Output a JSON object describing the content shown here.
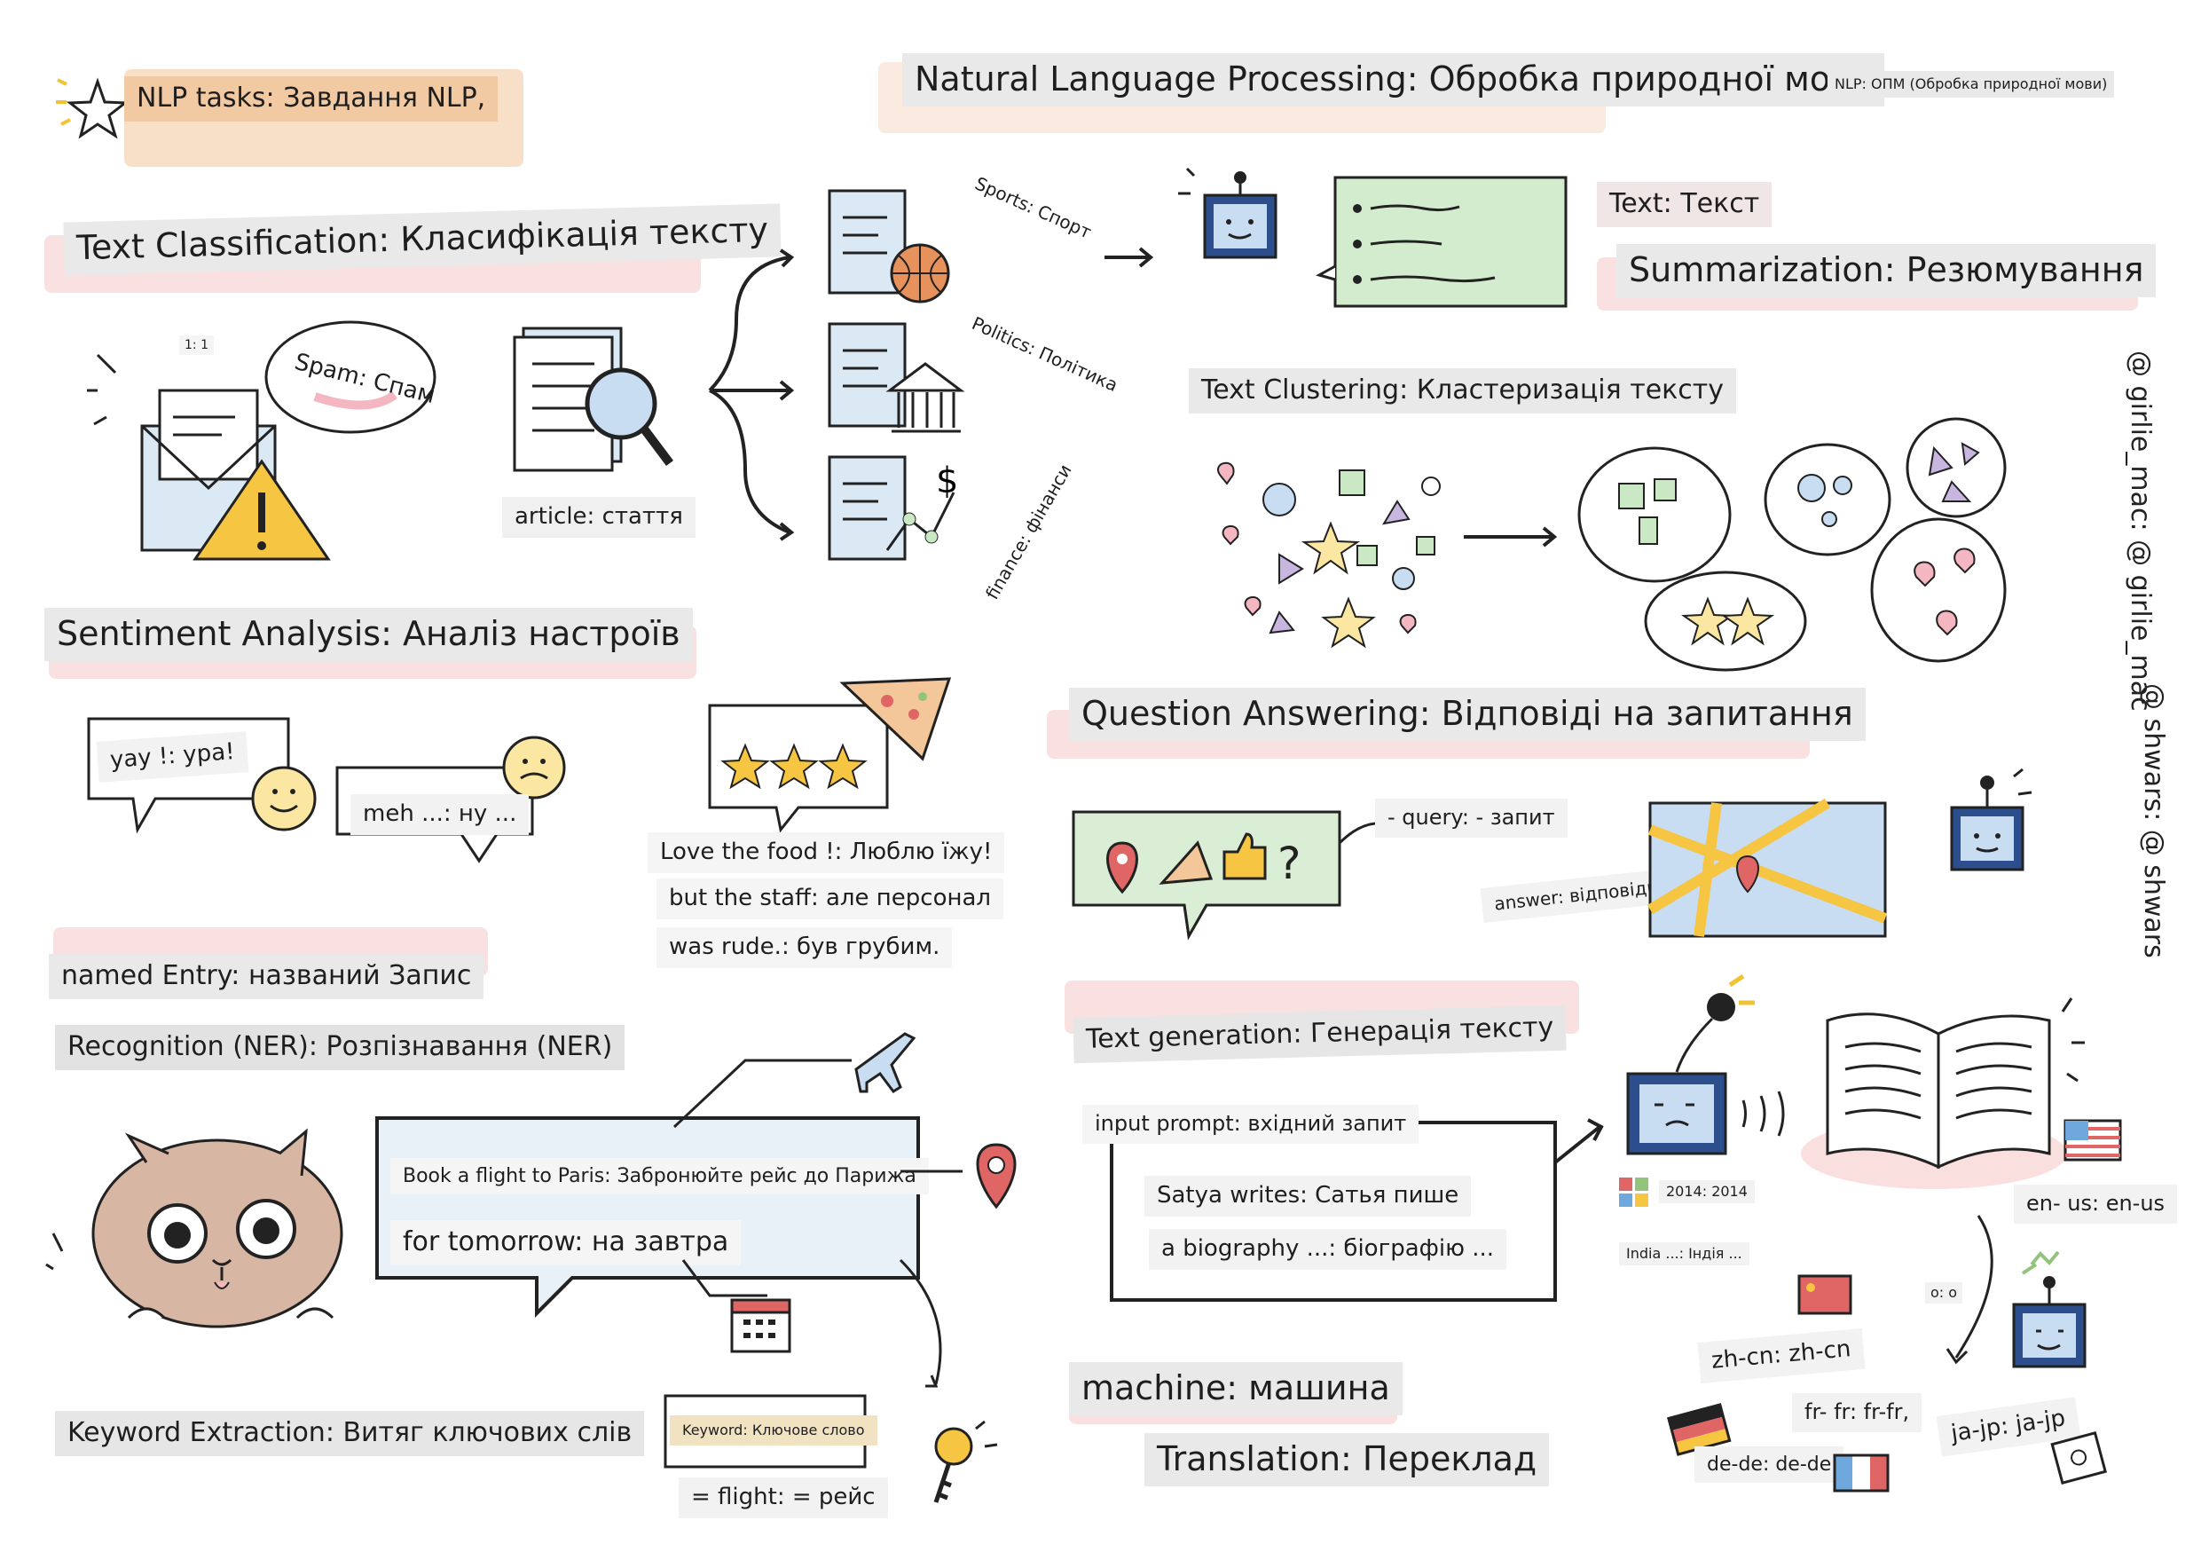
{
  "header": {
    "tasks_title": "NLP tasks: Завдання NLP,",
    "main_title": "Natural Language Processing: Обробка природної мови",
    "abbrev": "NLP: ОПМ (Обробка природної мови)"
  },
  "credits": {
    "author1": "@ girlie_mac: @ girlie_mac",
    "author2": "@ shwars: @ shwars"
  },
  "text_classification": {
    "title": "Text Classification: Класифікація тексту",
    "ratio": "1: 1",
    "spam": "Spam: Спам",
    "article": "article: стаття",
    "sports": "Sports: Спорт",
    "politics": "Politics: Політика",
    "finance": "finance: фінанси"
  },
  "summarization": {
    "text": "Text: Текст",
    "title": "Summarization: Резюмування"
  },
  "clustering": {
    "title": "Text Clustering: Кластеризація тексту"
  },
  "sentiment": {
    "title": "Sentiment Analysis: Аналіз настроїв",
    "yay": "yay !: ура!",
    "meh": "meh ...: ну ...",
    "review_line1": "Love the food !: Люблю їжу!",
    "review_line2": "but the staff: але персонал",
    "review_line3": "was rude.: був грубим."
  },
  "qa": {
    "title": "Question Answering: Відповіді на запитання",
    "query": "- query: - запит",
    "answer": "answer: відповідь"
  },
  "ner": {
    "title_line1": "named Entry: названий Запис",
    "title_line2": "Recognition (NER): Розпізнавання (NER)",
    "sentence1": "Book a flight to Paris: Забронюйте рейс до Парижа",
    "sentence2": "for tomorrow: на завтра"
  },
  "generation": {
    "title": "Text generation: Генерація тексту",
    "prompt": "input prompt: вхідний запит",
    "line1": "Satya writes: Сатья пише",
    "line2": "a biography ...: біографію ...",
    "year": "2014: 2014",
    "india": "India ...: Індія ..."
  },
  "keyword": {
    "title": "Keyword Extraction: Витяг ключових слів",
    "keyword": "Keyword: Ключове слово",
    "flight": "= flight: = рейс"
  },
  "translation": {
    "title_line1": "machine: машина",
    "title_line2": "Translation: Переклад",
    "en_us": "en- us: en-us",
    "zh_cn": "zh-cn: zh-cn",
    "fr_fr": "fr- fr: fr-fr,",
    "ja_jp": "ja-jp: ja-jp",
    "de_de": "de-de: de-de",
    "robot_face": "o: o"
  },
  "colors": {
    "label_bg": "#e9e9e9",
    "wash_pink": "#f6c9c9",
    "wash_peach": "#f3c79a",
    "wash_yellow": "#fbe7a1",
    "wash_blue": "#c8dcf2",
    "wash_green": "#c9e8c3",
    "robot_blue": "#2c4e8c"
  }
}
